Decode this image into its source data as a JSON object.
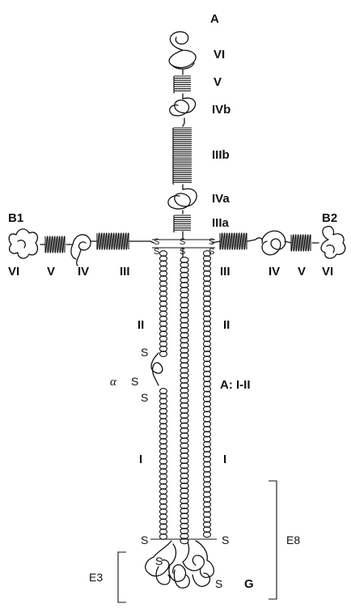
{
  "labels": {
    "a_top": "A",
    "a_vi": "VI",
    "a_v": "V",
    "a_ivb": "IVb",
    "a_iiib": "IIIb",
    "a_iva": "IVa",
    "a_iiia": "IIIa",
    "b1": "B1",
    "b2": "B2",
    "b1_vi": "VI",
    "b1_v": "V",
    "b1_iv": "IV",
    "b1_iii": "III",
    "b2_iii": "III",
    "b2_iv": "IV",
    "b2_v": "V",
    "b2_vi": "VI",
    "left_ii": "II",
    "right_ii": "II",
    "a_i_ii": "A: I-II",
    "left_i": "I",
    "right_i": "I",
    "alpha": "α",
    "e8": "E8",
    "e3": "E3",
    "g": "G",
    "s": "S"
  }
}
